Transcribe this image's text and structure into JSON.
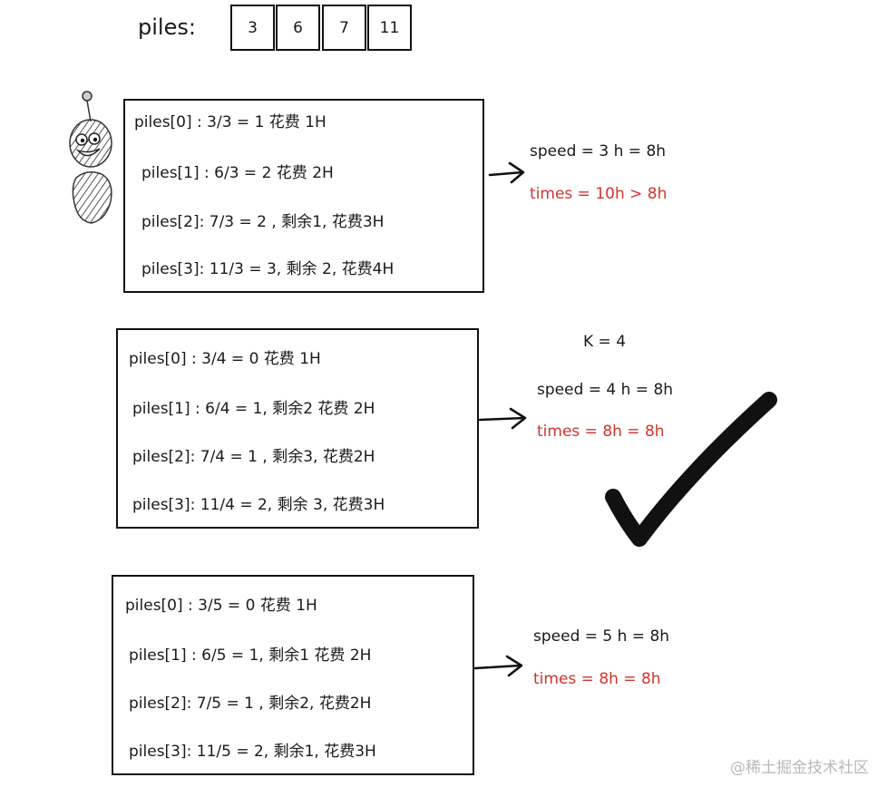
{
  "piles_label": "piles:",
  "piles": [
    "3",
    "6",
    "7",
    "11"
  ],
  "blocks": [
    {
      "lines": [
        "piles[0] :   3/3 = 1   花费 1H",
        "piles[1] :   6/3   = 2 花费 2H",
        "piles[2]:   7/3   = 2  , 剩余1, 花费3H",
        "piles[3]:   11/3   = 3, 剩余  2, 花费4H"
      ],
      "k_label": "",
      "speed_text": "speed = 3     h = 8h",
      "times_text": "times = 10h    > 8h"
    },
    {
      "lines": [
        "piles[0] : 3/4 = 0   花费 1H",
        "piles[1] :   6/4   = 1, 剩余2 花费  2H",
        "piles[2]:   7/4   = 1  , 剩余3, 花费2H",
        "piles[3]:   11/4   = 2, 剩余  3, 花费3H"
      ],
      "k_label": "K = 4",
      "speed_text": "speed = 4     h = 8h",
      "times_text": "times = 8h = 8h"
    },
    {
      "lines": [
        "piles[0] : 3/5 = 0   花费 1H",
        "piles[1] :   6/5   = 1, 剩余1 花费  2H",
        "piles[2]:   7/5   = 1  , 剩余2, 花费2H",
        "piles[3]:   11/5   = 2, 剩余1, 花费3H"
      ],
      "k_label": "",
      "speed_text": "speed = 5     h = 8h",
      "times_text": "times = 8h = 8h"
    }
  ],
  "watermark": "@稀土掘金技术社区",
  "colors": {
    "ink": "#111111",
    "red": "#d0342c",
    "watermark": "#b8b8b8",
    "robot_body": "#9a9a9a"
  }
}
